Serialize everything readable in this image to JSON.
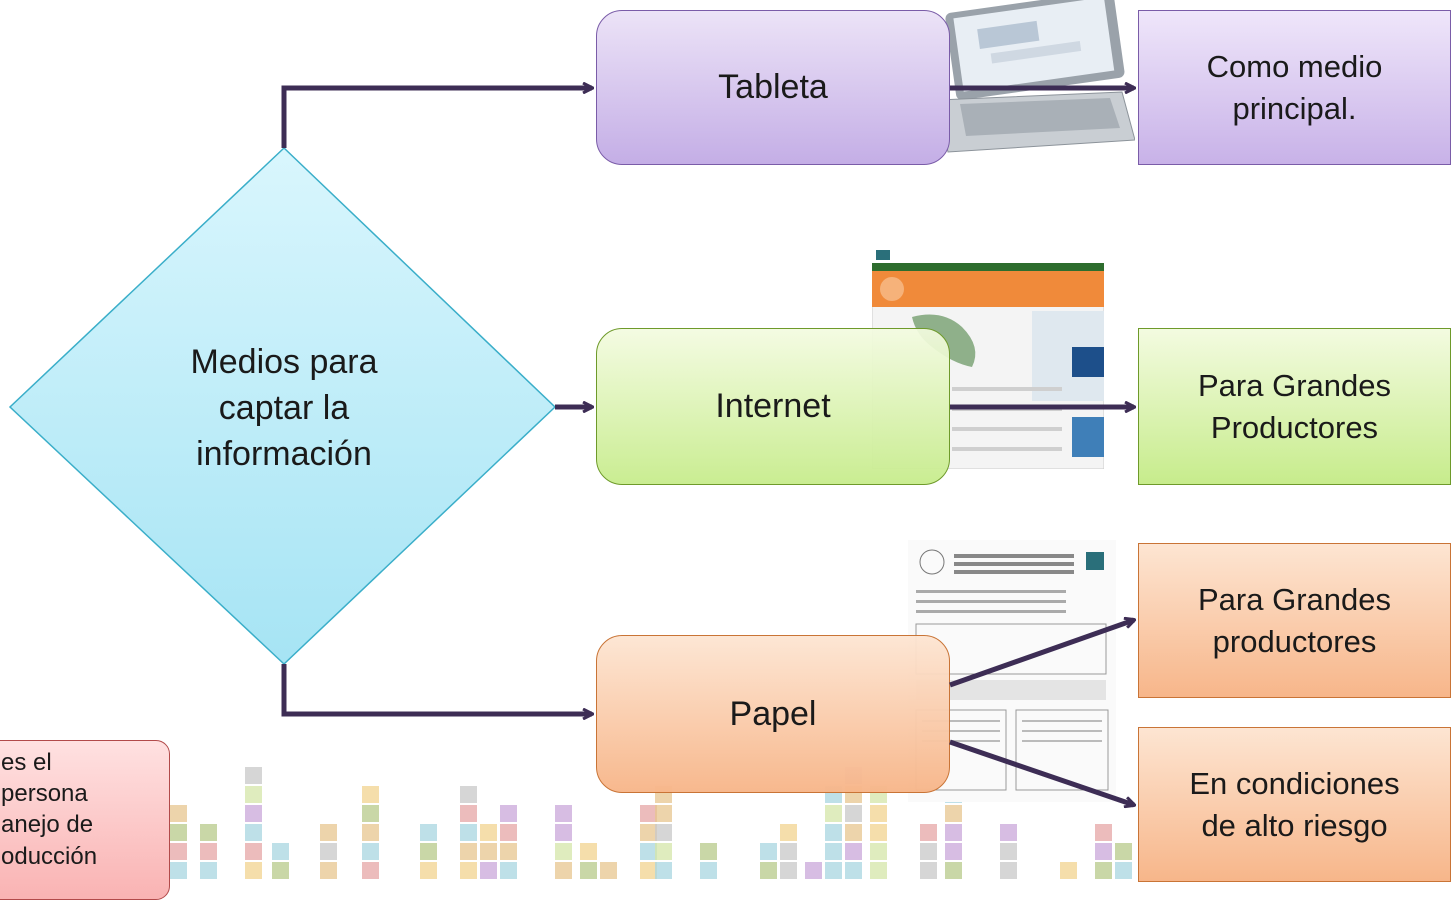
{
  "diagram": {
    "decision": {
      "label": "Medios para captar la información"
    },
    "methods": [
      {
        "label": "Tableta"
      },
      {
        "label": "Internet"
      },
      {
        "label": "Papel"
      }
    ],
    "outcomes": [
      {
        "label": "Como medio principal."
      },
      {
        "label": "Para Grandes Productores"
      },
      {
        "label": "Para Grandes productores"
      },
      {
        "label": "En condiciones de alto riesgo"
      }
    ],
    "note": {
      "lines": [
        "es el",
        "persona",
        "anejo de",
        "oducción"
      ]
    }
  },
  "colors": {
    "arrow": "#3d2d55",
    "decision_fill": "#bfeefa",
    "decision_border": "#3aaec9",
    "tableta": "#c4aee6",
    "internet": "#c7ec8c",
    "papel": "#f7b68a",
    "note": "#f9b3b3"
  }
}
